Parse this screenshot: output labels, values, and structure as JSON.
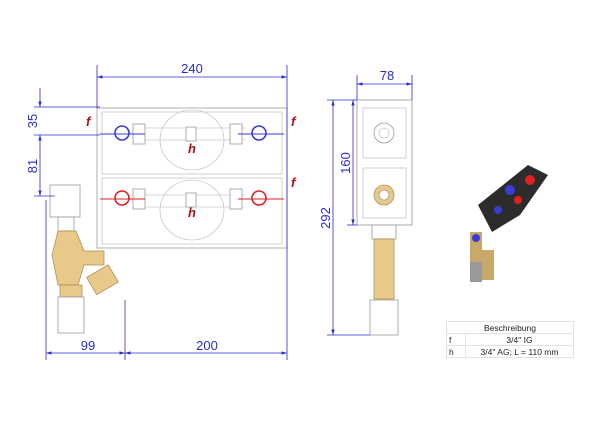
{
  "dimensions": {
    "width_top": "240",
    "height_35": "35",
    "height_81": "81",
    "width_99": "99",
    "width_200": "200",
    "side_78": "78",
    "side_160": "160",
    "side_292": "292"
  },
  "labels": {
    "f": "f",
    "h": "h"
  },
  "legend": {
    "header": "Beschreibung",
    "rows": [
      {
        "key": "f",
        "value": "3/4\" IG"
      },
      {
        "key": "h",
        "value": "3/4\" AG; L = 110 mm"
      }
    ]
  },
  "colors": {
    "dimension": "#2b2bd0",
    "label": "#b0101a",
    "cold": "#3a3ad8",
    "hot": "#e02020",
    "brass": "#e8c98a"
  }
}
